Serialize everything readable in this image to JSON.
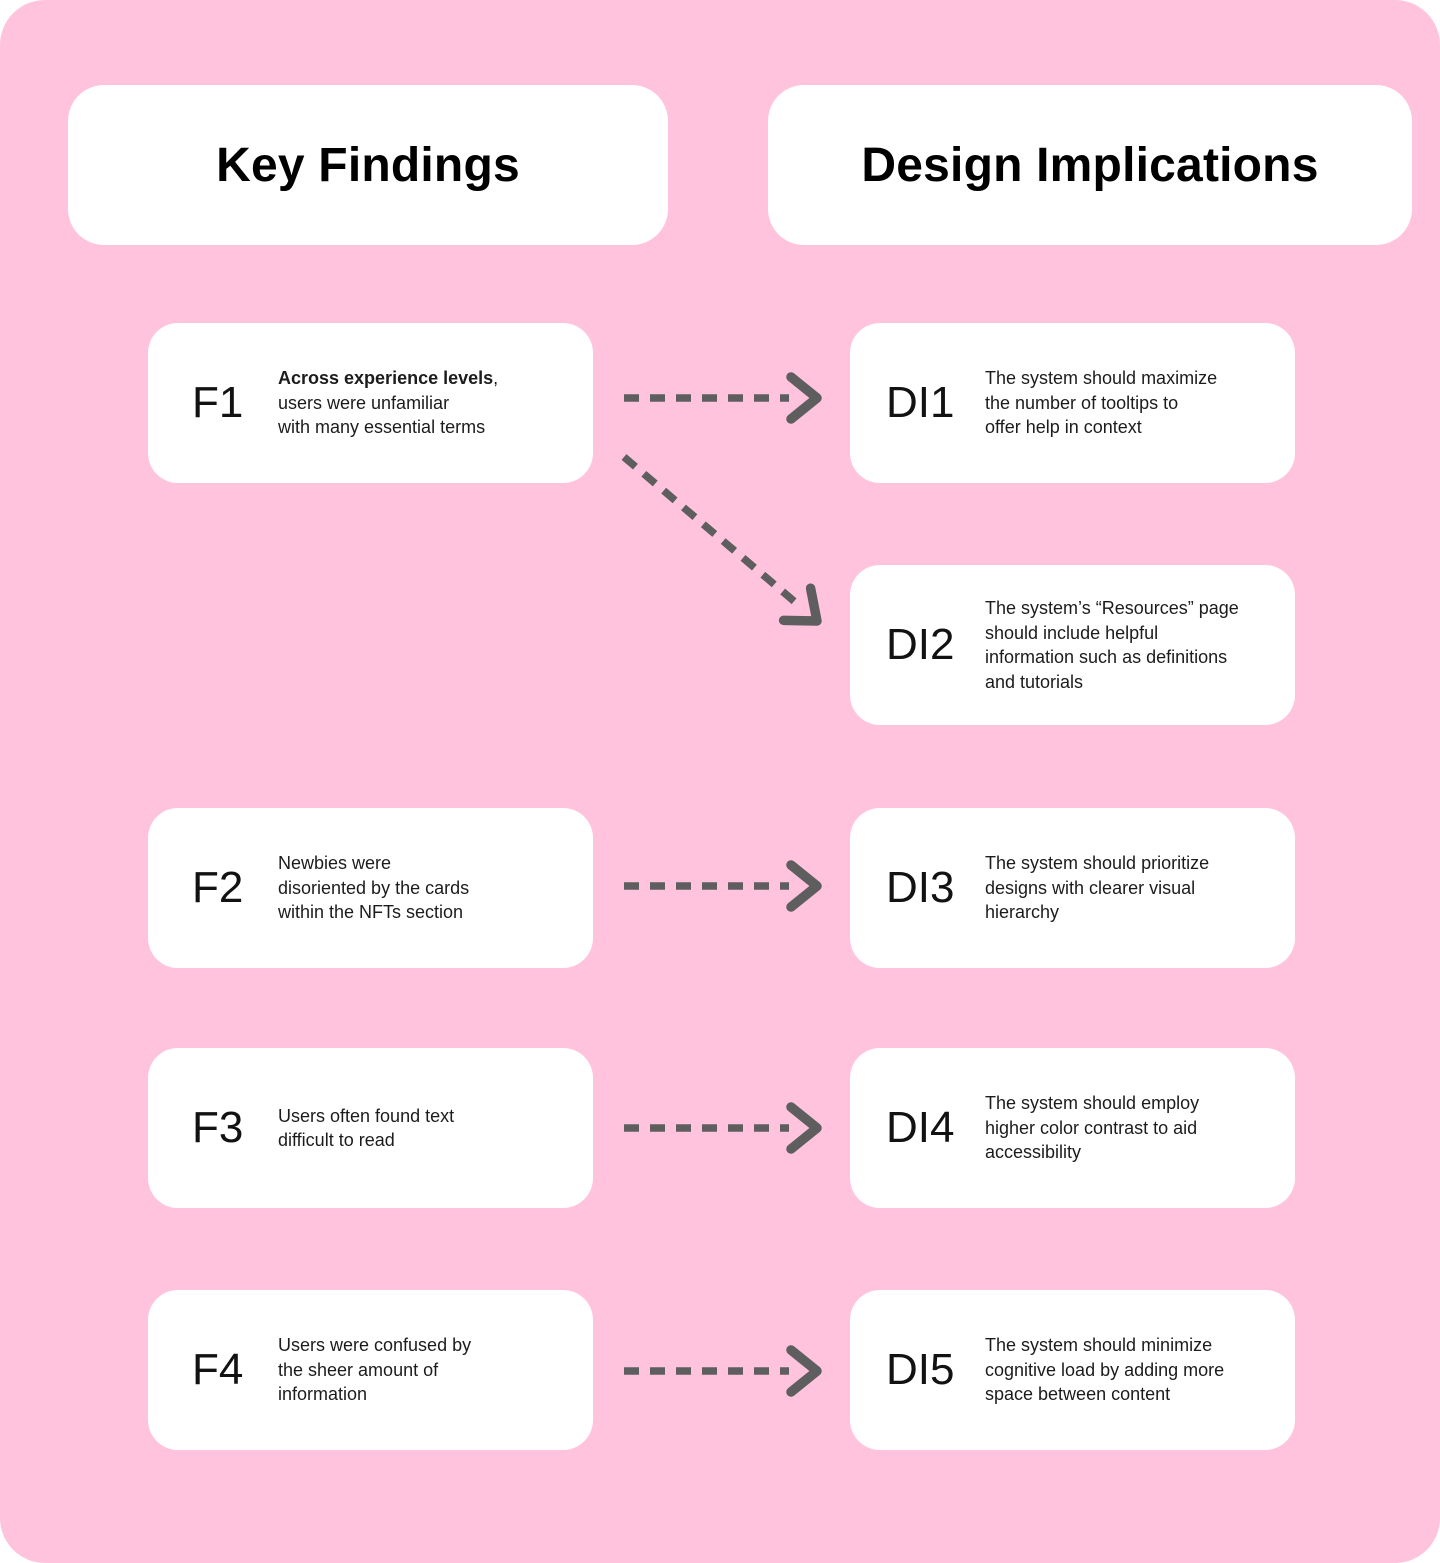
{
  "headers": {
    "left": "Key Findings",
    "right": "Design Implications"
  },
  "findings": [
    {
      "id": "F1",
      "bold": "Across experience levels",
      "rest": ",\nusers were unfamiliar\nwith many essential terms"
    },
    {
      "id": "F2",
      "bold": "",
      "rest": "Newbies were\ndisoriented by the cards\nwithin the NFTs section"
    },
    {
      "id": "F3",
      "bold": "",
      "rest": "Users often found text\ndifficult to read"
    },
    {
      "id": "F4",
      "bold": "",
      "rest": "Users were confused by\nthe sheer amount of\ninformation"
    }
  ],
  "implications": [
    {
      "id": "DI1",
      "text": "The system should maximize\nthe number of tooltips to\noffer help in context"
    },
    {
      "id": "DI2",
      "text": "The system’s “Resources” page\nshould include helpful\ninformation such as definitions\nand tutorials"
    },
    {
      "id": "DI3",
      "text": "The system should prioritize\ndesigns with clearer visual\nhierarchy"
    },
    {
      "id": "DI4",
      "text": "The system should employ\nhigher color contrast to aid\naccessibility"
    },
    {
      "id": "DI5",
      "text": "The system should minimize\ncognitive load by adding more\nspace between content"
    }
  ],
  "connections": [
    {
      "from": "F1",
      "to": "DI1"
    },
    {
      "from": "F1",
      "to": "DI2"
    },
    {
      "from": "F2",
      "to": "DI3"
    },
    {
      "from": "F3",
      "to": "DI4"
    },
    {
      "from": "F4",
      "to": "DI5"
    }
  ],
  "colors": {
    "board_pink": "#ffc3dd",
    "card_white": "#ffffff",
    "arrow_gray": "#5e5e5e",
    "text_dark": "#1c1c1c"
  }
}
